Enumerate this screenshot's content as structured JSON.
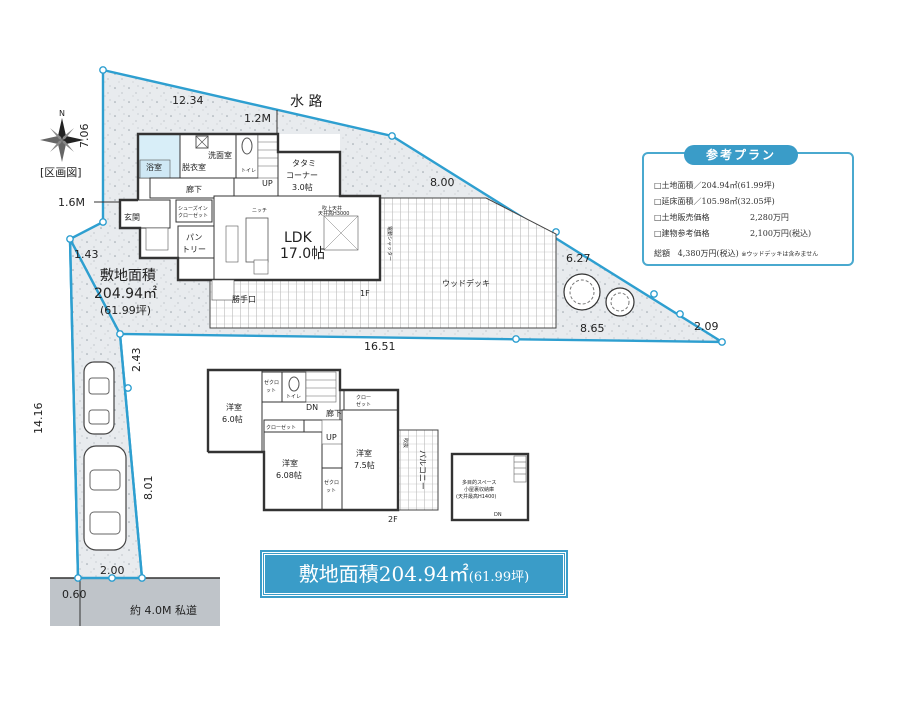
{
  "lot": {
    "waterway": "水 路",
    "area_title": "敷地面積",
    "area_value": "204.94㎡",
    "area_tsubo": "(61.99坪)",
    "district_map": "[区画図]",
    "road": "約 4.0M 私道",
    "dims": {
      "top": "12.34",
      "left_top": "7.06",
      "setback_north": "1.2M",
      "setback_west": "1.6M",
      "left_step": "1.43",
      "right_upper": "8.00",
      "right_mid": "6.27",
      "right_corner": "2.09",
      "bottom_right": "8.65",
      "bottom_mid": "16.51",
      "lower_left": "14.16",
      "lower_right_top": "2.43",
      "lower_right": "8.01",
      "bottom": "2.00",
      "corner": "0.60"
    }
  },
  "floor1": {
    "label": "1F",
    "bath": "浴室",
    "dressing": "脱衣室",
    "washroom": "洗面室",
    "toilet": "トイレ",
    "tatami": "タタミ",
    "tatami2": "コーナー",
    "tatami_size": "3.0帖",
    "up": "UP",
    "hall": "廊下",
    "entrance": "玄関",
    "shoe": "シューズイン",
    "shoe2": "クローゼット",
    "pantry": "パン",
    "pantry2": "トリー",
    "ldk": "LDK",
    "ldk_size": "17.0帖",
    "handrail": "勝手口",
    "deck": "ウッドデッキ",
    "ceiling1": "吹上天井",
    "ceiling2": "天井高H3000",
    "shutter": "電動シャッター",
    "niche": "ニッチ"
  },
  "floor2": {
    "label": "2F",
    "room1": "洋室",
    "room1_size": "6.0帖",
    "closet_a": "ゼクロ",
    "closet_a2": "ット",
    "toilet": "トイレ",
    "dn": "DN",
    "hall": "廊下",
    "closet_b": "クロー",
    "closet_b2": "ゼット",
    "closet_c": "クローゼット",
    "room2": "洋室",
    "room2_size": "6.08帖",
    "up": "UP",
    "room3": "洋室",
    "room3_size": "7.5帖",
    "closet_d": "ゼクロ",
    "closet_d2": "ット",
    "balcony": "バルコニー",
    "vent": "吹抜",
    "loft1": "多目的スペース",
    "loft2": "小屋裏収納庫",
    "loft3": "(天井最高H1400)",
    "loft_dn": "DN"
  },
  "plan": {
    "title": "参考プラン",
    "rows": [
      {
        "label": "□土地面積／204.94㎡(61.99坪)",
        "value": ""
      },
      {
        "label": "□延床面積／105.98㎡(32.05坪)",
        "value": ""
      },
      {
        "label": "□土地販売価格",
        "value": "2,280万円"
      },
      {
        "label": "□建物参考価格",
        "value": "2,100万円(税込)"
      }
    ],
    "total_label": "総額",
    "total_value": "4,380万円(税込)",
    "total_note": "※ウッドデッキは含みません"
  },
  "banner": {
    "text": "敷地面積204.94㎡",
    "tsubo": "(61.99坪)"
  },
  "colors": {
    "lot_fill": "#e6e9ec",
    "boundary": "#2e9fd0",
    "banner": "#3a9cc8"
  }
}
